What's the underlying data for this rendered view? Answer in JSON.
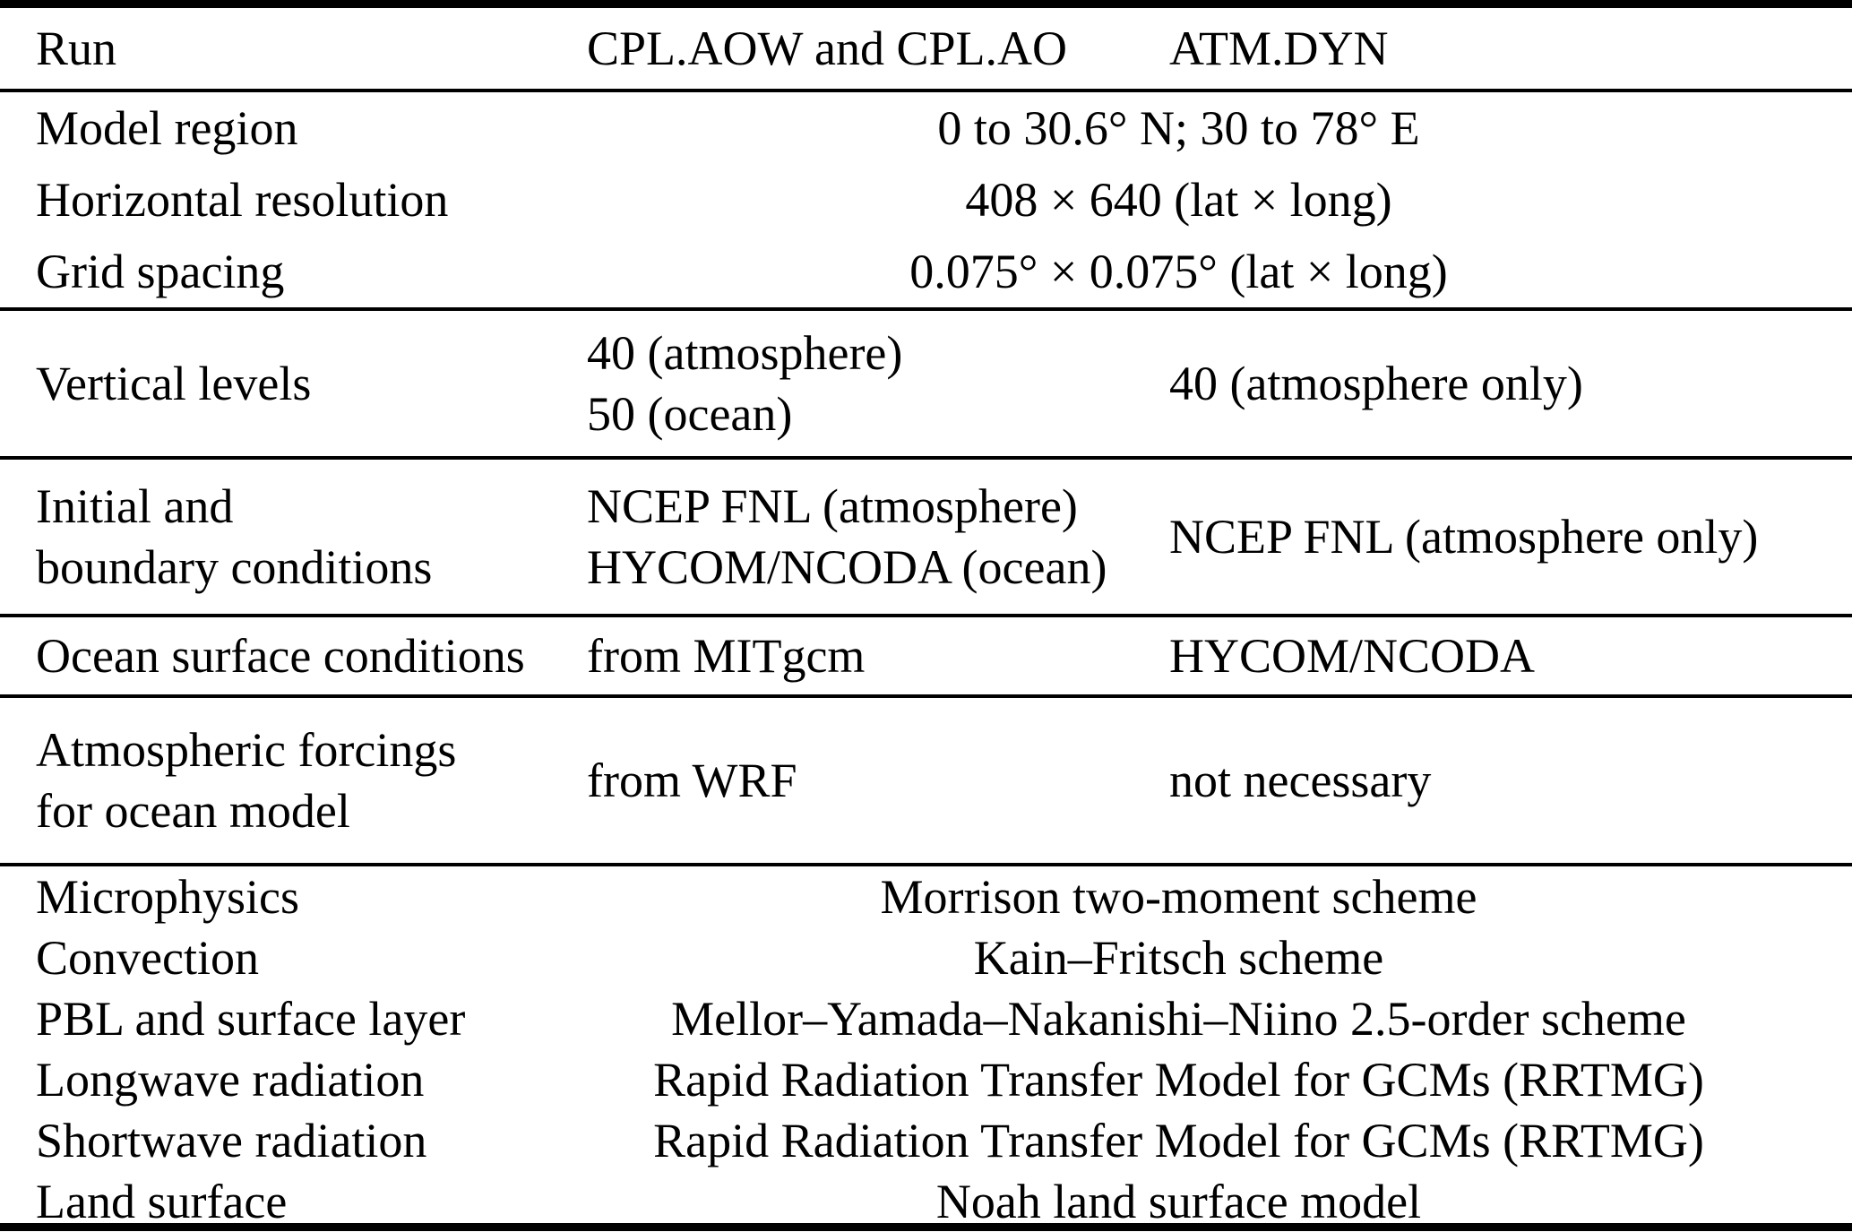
{
  "table": {
    "header": {
      "col1": "Run",
      "col2": "CPL.AOW and CPL.AO",
      "col3": "ATM.DYN"
    },
    "geometry_rows": [
      {
        "label": "Model region",
        "value": "0 to 30.6° N; 30 to 78° E"
      },
      {
        "label": "Horizontal resolution",
        "value": "408 × 640 (lat × long)"
      },
      {
        "label": "Grid spacing",
        "value": "0.075° × 0.075° (lat × long)"
      }
    ],
    "vertical_levels": {
      "label": "Vertical levels",
      "cpl_line1": "40 (atmosphere)",
      "cpl_line2": "50 (ocean)",
      "atm": "40 (atmosphere only)"
    },
    "initial_boundary": {
      "label_line1": "Initial and",
      "label_line2": "boundary conditions",
      "cpl_line1": "NCEP FNL (atmosphere)",
      "cpl_line2": "HYCOM/NCODA (ocean)",
      "atm": "NCEP FNL (atmosphere only)"
    },
    "ocean_surface": {
      "label": "Ocean surface conditions",
      "cpl": "from MITgcm",
      "atm": "HYCOM/NCODA"
    },
    "atmospheric_forcings": {
      "label_line1": "Atmospheric forcings",
      "label_line2": "for ocean model",
      "cpl": "from WRF",
      "atm": "not necessary"
    },
    "physics_rows": [
      {
        "label": "Microphysics",
        "value": "Morrison two-moment scheme"
      },
      {
        "label": "Convection",
        "value": "Kain–Fritsch scheme"
      },
      {
        "label": "PBL and surface layer",
        "value": "Mellor–Yamada–Nakanishi–Niino 2.5-order scheme"
      },
      {
        "label": "Longwave radiation",
        "value": "Rapid Radiation Transfer Model for GCMs (RRTMG)"
      },
      {
        "label": "Shortwave radiation",
        "value": "Rapid Radiation Transfer Model for GCMs (RRTMG)"
      },
      {
        "label": "Land surface",
        "value": "Noah land surface model"
      }
    ]
  }
}
